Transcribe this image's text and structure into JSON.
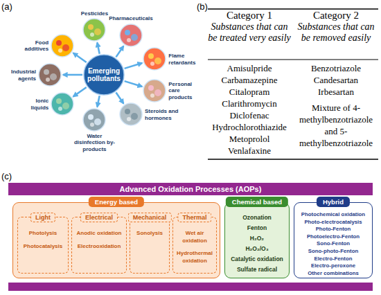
{
  "diagram": {
    "nodes": [
      {
        "text": [
          "Emerging pollutants"
        ]
      },
      {
        "text": [
          "Pesticides"
        ]
      },
      {
        "text": [
          "Pharmaceuticals"
        ]
      },
      {
        "text": [
          "Flame retardants"
        ]
      },
      {
        "text": [
          "Personal care products"
        ]
      },
      {
        "text": [
          "Steroids and hormones"
        ]
      },
      {
        "text": [
          "Water disinfection by-products"
        ]
      },
      {
        "text": [
          "Ionic liquids"
        ]
      },
      {
        "text": [
          "Industrial agents"
        ]
      },
      {
        "text": [
          "Food additives"
        ]
      },
      {
        "text": [
          "Advanced Oxidation Processes (AOPs)"
        ]
      },
      {
        "text": [
          "Energy based"
        ]
      },
      {
        "text": [
          "Light",
          "Photolysis",
          "Photocatalysis"
        ],
        "in": 11
      },
      {
        "text": [
          "Electrical",
          "Anodic oxidation",
          "Electrooxidation"
        ],
        "in": 11
      },
      {
        "text": [
          "Mechanical",
          "Sonolysis"
        ],
        "in": 11
      },
      {
        "text": [
          "Thermal",
          "Wet air oxidation",
          "Hydrothermal oxidation"
        ],
        "in": 11
      },
      {
        "text": [
          "Chemical based",
          "Ozonation",
          "Fenton",
          "H₂O₂",
          "H₂O₂/O₃",
          "Catalytic oxidation",
          "Sulfate radical"
        ]
      },
      {
        "text": [
          "Hybrid",
          "Photochemical oxidation",
          "Photo-electrocatalysis",
          "Photo-Fenton",
          "Photoelectro-Fenton",
          "Sono-Fenton",
          "Sono-photo-Fenton",
          "Electro-Fenton",
          "Electro-peroxone",
          "Other combinations"
        ]
      }
    ],
    "edges": [
      {
        "from": 0,
        "to": 1,
        "arrow": "to"
      },
      {
        "from": 0,
        "to": 2,
        "arrow": "to"
      },
      {
        "from": 0,
        "to": 3,
        "arrow": "to"
      },
      {
        "from": 0,
        "to": 4,
        "arrow": "to"
      },
      {
        "from": 0,
        "to": 5,
        "arrow": "to"
      },
      {
        "from": 0,
        "to": 6,
        "arrow": "to"
      },
      {
        "from": 0,
        "to": 7,
        "arrow": "to"
      },
      {
        "from": 0,
        "to": 8,
        "arrow": "to"
      },
      {
        "from": 0,
        "to": 9,
        "arrow": "to"
      }
    ],
    "labels": [
      "(a)",
      "(b)",
      "Category 1",
      "Category 2",
      "Substances that can be treated very easily",
      "Substances that can be removed easily",
      "Amisulpride",
      "Carbamazepine",
      "Citalopram",
      "Clarithromycin",
      "Diclofenac",
      "Hydrochlorothiazide",
      "Metoprolol",
      "Venlafaxine",
      "Benzotriazole",
      "Candesartan",
      "Irbesartan",
      "Mixture of 4-methylbenzotriazole and 5-methylbenzotriazole",
      "(c)"
    ]
  }
}
